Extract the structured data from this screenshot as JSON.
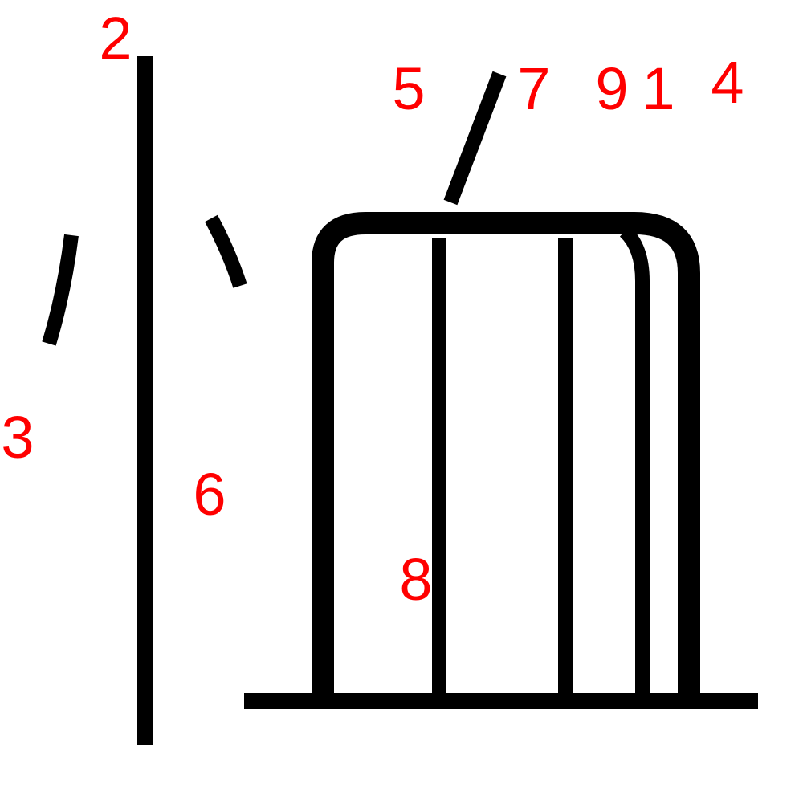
{
  "colors": {
    "stroke": "#000000",
    "label": "#ff0000",
    "background": "#ffffff"
  },
  "labels": [
    {
      "id": "1",
      "text": "1"
    },
    {
      "id": "2",
      "text": "2"
    },
    {
      "id": "3",
      "text": "3"
    },
    {
      "id": "4",
      "text": "4"
    },
    {
      "id": "5",
      "text": "5"
    },
    {
      "id": "6",
      "text": "6"
    },
    {
      "id": "7",
      "text": "7"
    },
    {
      "id": "8",
      "text": "8"
    },
    {
      "id": "9",
      "text": "9"
    }
  ]
}
